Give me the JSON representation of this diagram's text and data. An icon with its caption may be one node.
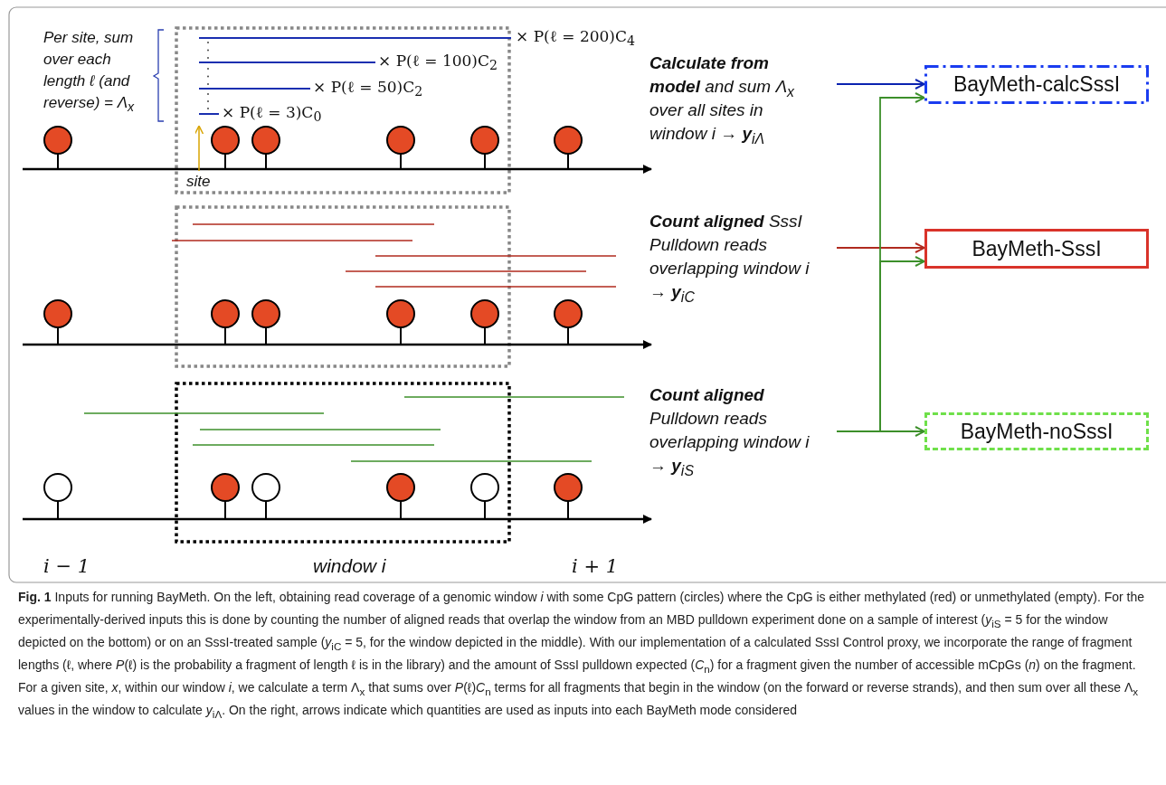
{
  "diagram": {
    "caption": "**Fig. 1** Inputs for running BayMeth. On the left, obtaining read coverage of a genomic window *i* with some CpG pattern (circles) where the CpG is either methylated (red) or unmethylated (empty). For the experimentally-derived inputs this is done by counting the number of aligned reads that overlap the window from an MBD pulldown experiment done on a sample of interest (*y*$_{iS}$ = 5 for the window depicted on the bottom) or on an SssI-treated sample (*y*$_{iC}$ = 5, for the window depicted in the middle). With our implementation of a calculated SssI Control proxy, we incorporate the range of fragment lengths (ℓ, where *P*(ℓ) is the probability a fragment of length ℓ is in the library) and the amount of SssI pulldown expected (*C*$_{n}$) for a fragment given the number of accessible mCpGs (*n*) on the fragment. For a given site, *x*, within our window *i*, we calculate a term Λ$_{x}$ that sums over *P*(ℓ)*C*$_{n}$ terms for all fragments that begin in the window (on the forward or reverse strands), and then sum over all these Λ$_{x}$ values in the window to calculate *y*$_{iΛ}$. On the right, arrows indicate which quantities are used as inputs into each BayMeth mode considered",
    "nodes": [
      {
        "text": [
          "**Calculate from model** and sum Λ$_{x}$ over all sites in window i → **y**$_{iΛ}$"
        ]
      },
      {
        "text": [
          "**Count aligned** SssI Pulldown reads overlapping window i → **y**$_{iC}$"
        ]
      },
      {
        "text": [
          "**Count aligned** Pulldown reads overlapping window i → **y**$_{iS}$"
        ]
      },
      {
        "text": [
          "BayMeth-calcSssI"
        ]
      },
      {
        "text": [
          "BayMeth-SssI"
        ]
      },
      {
        "text": [
          "BayMeth-noSssI"
        ]
      }
    ],
    "edges": [
      {
        "from": 0,
        "to": 3,
        "arrow": "to",
        "color": "#0a22b0"
      },
      {
        "from": 1,
        "to": 4,
        "arrow": "to",
        "color": "#b02a1e"
      },
      {
        "from": 2,
        "to": 5,
        "arrow": "to"
      },
      {
        "from": 2,
        "to": 3,
        "arrow": "to"
      },
      {
        "from": 2,
        "to": 4,
        "arrow": "to"
      }
    ],
    "labels": [
      "Per site, sum over each length ℓ (and reverse) = Λ$_{x}$",
      "× P(ℓ = 200)C$_{4}$",
      "× P(ℓ = 100)C$_{2}$",
      "× P(ℓ = 50)C$_{2}$",
      "× P(ℓ = 3)C$_{0}$",
      "site",
      "i − 1",
      "window i",
      "i + 1"
    ]
  }
}
